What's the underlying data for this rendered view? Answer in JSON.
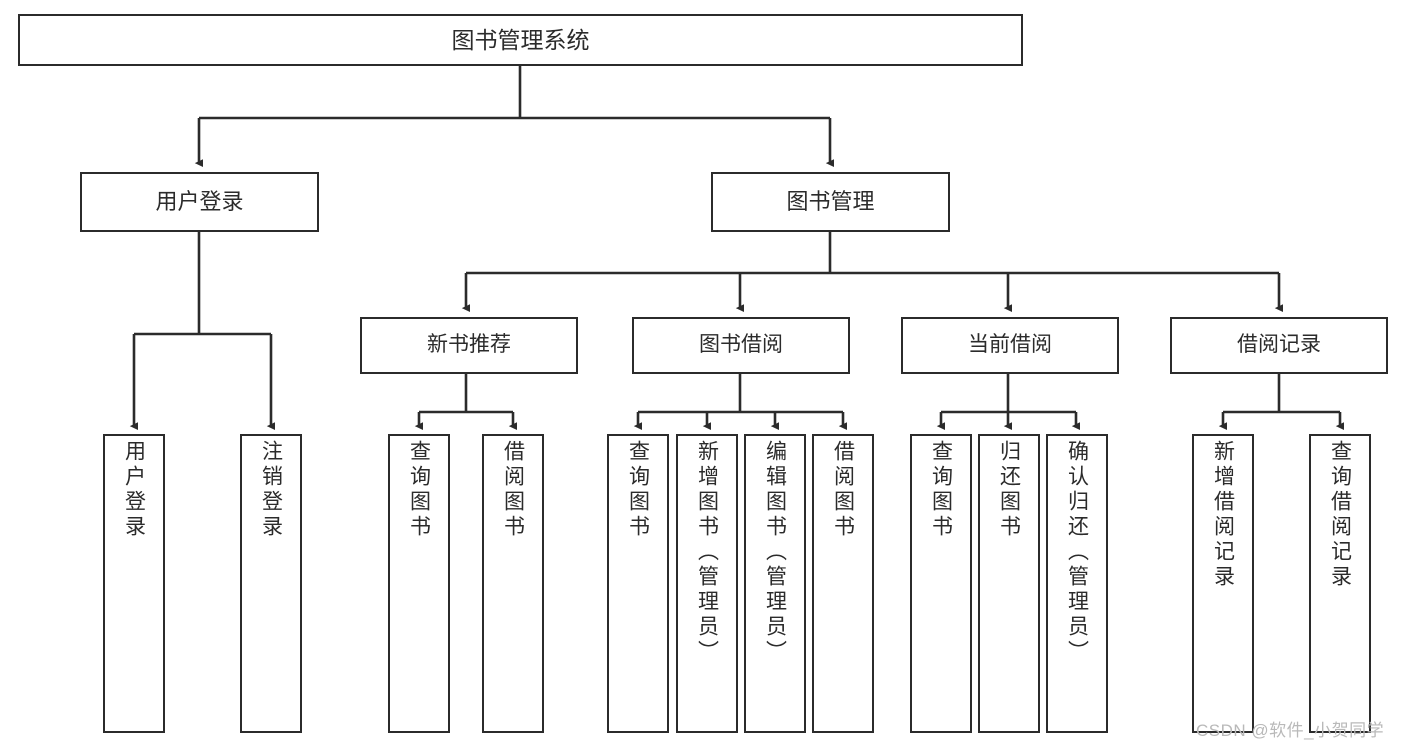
{
  "diagram": {
    "title": "图书管理系统",
    "type": "hierarchy-tree",
    "root": {
      "label": "图书管理系统"
    },
    "level1": [
      {
        "label": "用户登录"
      },
      {
        "label": "图书管理"
      }
    ],
    "level2": [
      {
        "label": "新书推荐"
      },
      {
        "label": "图书借阅"
      },
      {
        "label": "当前借阅"
      },
      {
        "label": "借阅记录"
      }
    ],
    "leaves": {
      "user_login": [
        {
          "label": "用户登录"
        },
        {
          "label": "注销登录"
        }
      ],
      "new_book_recommend": [
        {
          "label": "查询图书"
        },
        {
          "label": "借阅图书"
        }
      ],
      "book_borrow": [
        {
          "label": "查询图书"
        },
        {
          "label": "新增图书（管理员）"
        },
        {
          "label": "编辑图书（管理员）"
        },
        {
          "label": "借阅图书"
        }
      ],
      "current_borrow": [
        {
          "label": "查询图书"
        },
        {
          "label": "归还图书"
        },
        {
          "label": "确认归还（管理员）"
        }
      ],
      "borrow_record": [
        {
          "label": "新增借阅记录"
        },
        {
          "label": "查询借阅记录"
        }
      ]
    }
  },
  "watermark": {
    "text": "CSDN @软件_小贺同学"
  },
  "colors": {
    "stroke": "#2b2b2b",
    "background": "#ffffff",
    "text": "#2b2b2b",
    "watermark": "#b9b9b9"
  }
}
